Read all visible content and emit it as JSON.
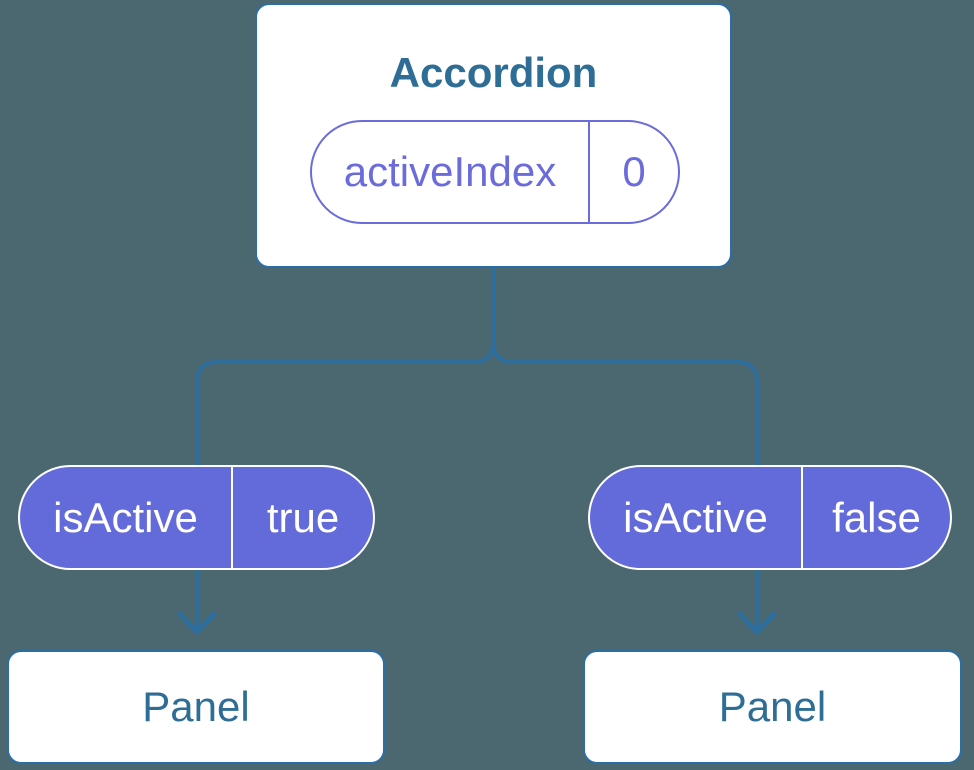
{
  "diagram": {
    "type": "component-state-tree",
    "colors": {
      "background": "#4B6770",
      "node_fill": "#FFFFFF",
      "node_border": "#2B6EA6",
      "node_text": "#2E6E96",
      "prop_pill_fill": "#636AD9",
      "prop_pill_outline": "#6B6BDC",
      "connector_line": "#2D6E9D",
      "pill_text_filled": "#FFFFFF"
    }
  },
  "accordion": {
    "title": "Accordion",
    "prop": {
      "name": "activeIndex",
      "value": "0"
    }
  },
  "children": [
    {
      "prop": {
        "name": "isActive",
        "value": "true"
      },
      "label": "Panel"
    },
    {
      "prop": {
        "name": "isActive",
        "value": "false"
      },
      "label": "Panel"
    }
  ]
}
